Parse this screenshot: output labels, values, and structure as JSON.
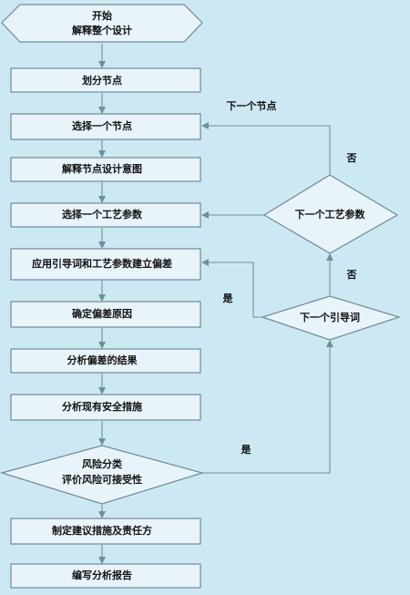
{
  "diagram": {
    "nodes": {
      "start": {
        "line1": "开始",
        "line2": "解释整个设计"
      },
      "divide": "划分节点",
      "select_node": "选择一个节点",
      "explain_intent": "解释节点设计意图",
      "select_param": "选择一个工艺参数",
      "apply_guideword": "应用引导词和工艺参数建立偏差",
      "determine_cause": "确定偏差原因",
      "analyze_result": "分析偏差的结果",
      "analyze_measures": "分析现有安全措施",
      "risk": {
        "line1": "风险分类",
        "line2": "评价风险可接受性"
      },
      "recommend": "制定建议措施及责任方",
      "report": "编写分析报告",
      "next_param": "下一个工艺参数",
      "next_guideword": "下一个引导词"
    },
    "edge_labels": {
      "next_node": "下一个节点",
      "no_param": "否",
      "no_guideword": "否",
      "yes_guideword": "是",
      "yes_risk": "是"
    }
  }
}
